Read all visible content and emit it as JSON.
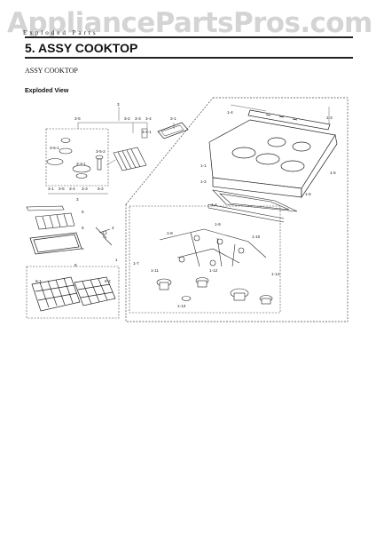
{
  "watermark": "AppliancePartsPros.com",
  "header": {
    "small_text": "Exploded Parts"
  },
  "section_title": "5.  ASSY COOKTOP",
  "subtitle": "ASSY COOKTOP",
  "view_label": "Exploded View",
  "callouts": {
    "c3": "3",
    "c3_5": "3-5",
    "c3_2": "3-2",
    "c3_3": "3-3",
    "c3_4": "3-4",
    "c3_1a": "3-1",
    "c3_4_1": "3-4-1",
    "c3_5_1": "3-5-1",
    "c3_3_1": "3-3-1",
    "c3_5_2": "3-5-2",
    "c3_1": "3-1",
    "c3_5b": "3-5",
    "c3_4b": "3-4",
    "c3_3b": "3-3",
    "c5_2": "5-2",
    "c3b": "3",
    "c5": "5",
    "c6": "6",
    "c7": "7",
    "c4": "4",
    "c8": "8",
    "c8_1": "8-1",
    "c8_2": "8-2",
    "c1": "1",
    "c1_3": "1-3",
    "c1_4": "1-4",
    "c1_1": "1-1",
    "c1_2": "1-2",
    "c1_5": "1-5",
    "c1_6": "1-6",
    "c1_7": "1-7",
    "c1_8": "1-8",
    "c1_9": "1-9",
    "c1_10": "1-10",
    "c1_11": "1-11",
    "c1_12": "1-12",
    "c1_13": "1-13",
    "c1_14": "1-14",
    "c1_4a": "1-4"
  }
}
